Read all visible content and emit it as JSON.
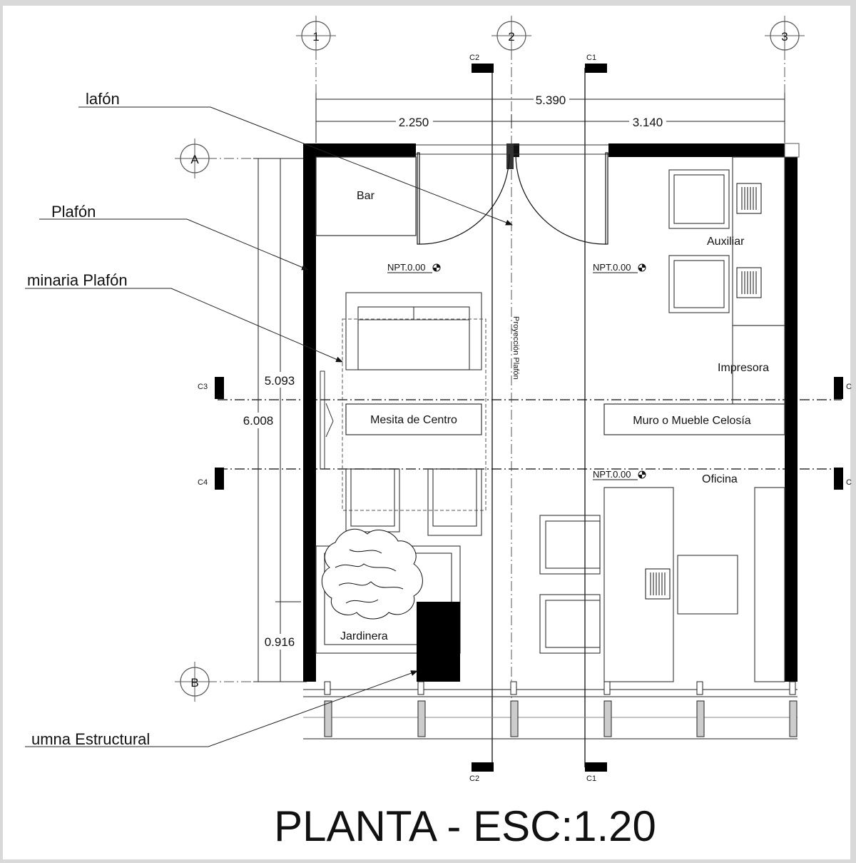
{
  "title": "PLANTA - ESC:1.20",
  "grid_axes": {
    "col_1": "1",
    "col_2": "2",
    "col_3": "3",
    "row_a": "A",
    "row_b": "B"
  },
  "section_marks": {
    "c1": "C1",
    "c2": "C2",
    "c3": "C3",
    "c4": "C4",
    "c_right": "C"
  },
  "dimensions": {
    "total_width": "5.390",
    "left_width": "2.250",
    "right_width": "3.140",
    "inner_depth": "5.093",
    "total_depth": "6.008",
    "lower_depth": "0.916"
  },
  "callouts": {
    "plafon_top": "lafón",
    "plafon_mid": "Plafón",
    "luminaria": "minaria Plafón",
    "columna": "umna Estructural"
  },
  "rooms": {
    "bar": "Bar",
    "auxiliar": "Auxiliar",
    "impresora": "Impresora",
    "mesita": "Mesita de Centro",
    "celosia": "Muro o Mueble Celosía",
    "oficina": "Oficina",
    "jardinera": "Jardinera",
    "proyeccion": "Proyección Plafón"
  },
  "levels": {
    "npt_1": "NPT.0.00",
    "npt_2": "NPT.0.00",
    "npt_3": "NPT.0.00"
  }
}
